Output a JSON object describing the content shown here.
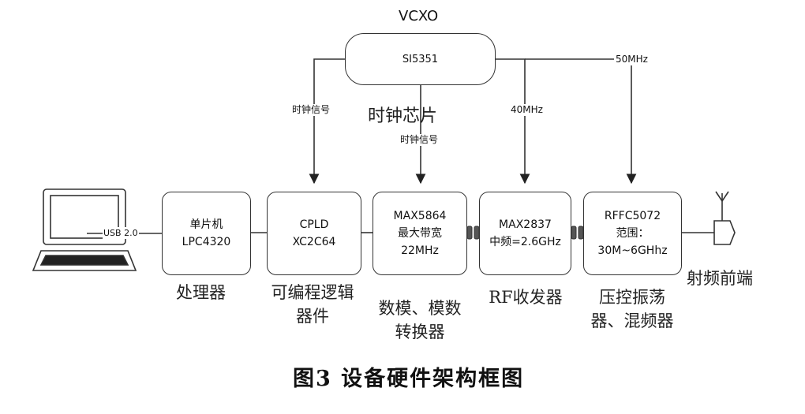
{
  "title": "VCXO",
  "clock": {
    "chip": "SI5351",
    "label": "时钟芯片"
  },
  "signals": {
    "cpld_clock": "时钟信号",
    "dac_clock": "时钟信号",
    "rf_clock": "40MHz",
    "mixer_clock": "50MHz"
  },
  "usb_label": "USB 2.0",
  "blocks": [
    {
      "line1": "单片机",
      "line2": "LPC4320",
      "line3": "",
      "caption1": "处理器",
      "caption2": ""
    },
    {
      "line1": "CPLD",
      "line2": "XC2C64",
      "line3": "",
      "caption1": "可编程逻辑",
      "caption2": "器件"
    },
    {
      "line1": "MAX5864",
      "line2": "最大带宽",
      "line3": "22MHz",
      "caption1": "数模、模数",
      "caption2": "转换器"
    },
    {
      "line1": "MAX2837",
      "line2": "中频=2.6GHz",
      "line3": "",
      "caption1": "RF收发器",
      "caption2": ""
    },
    {
      "line1": "RFFC5072",
      "line2": "范围：",
      "line3": "30M~6GHhz",
      "caption1": "压控振荡",
      "caption2": "器、混频器"
    }
  ],
  "antenna_caption": "射频前端",
  "figure_caption": "图3   设备硬件架构框图"
}
